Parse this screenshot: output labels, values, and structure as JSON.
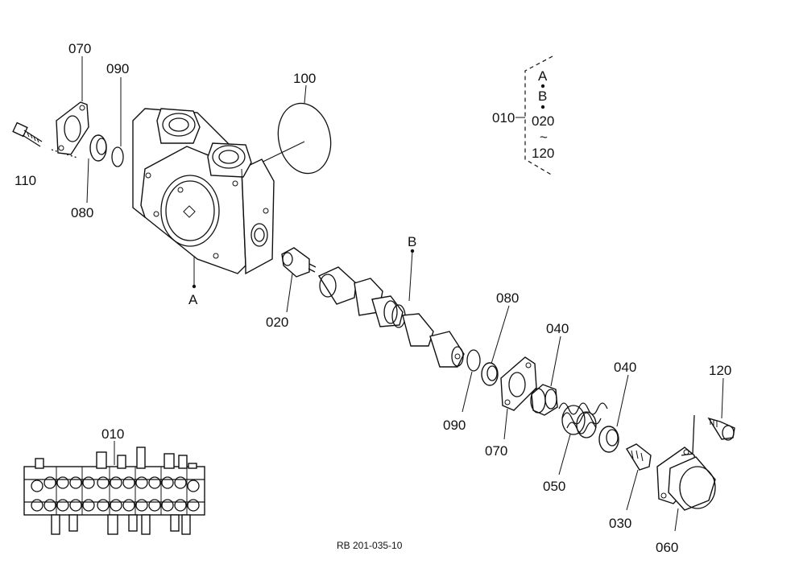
{
  "diagram": {
    "drawing_code": "RB 201-035-10",
    "callouts": {
      "c070_top": "070",
      "c090_top": "090",
      "c100": "100",
      "c110": "110",
      "c080_left": "080",
      "cA": "A",
      "c020": "020",
      "cB": "B",
      "c080_right": "080",
      "c040_a": "040",
      "c040_b": "040",
      "c120": "120",
      "c090_bottom": "090",
      "c070_bottom": "070",
      "c050": "050",
      "c030": "030",
      "c060": "060",
      "c010_assembly": "010"
    },
    "legend": {
      "main_ref": "010",
      "items": [
        "A",
        "B",
        "020",
        "120"
      ],
      "range_mark": "~"
    }
  }
}
